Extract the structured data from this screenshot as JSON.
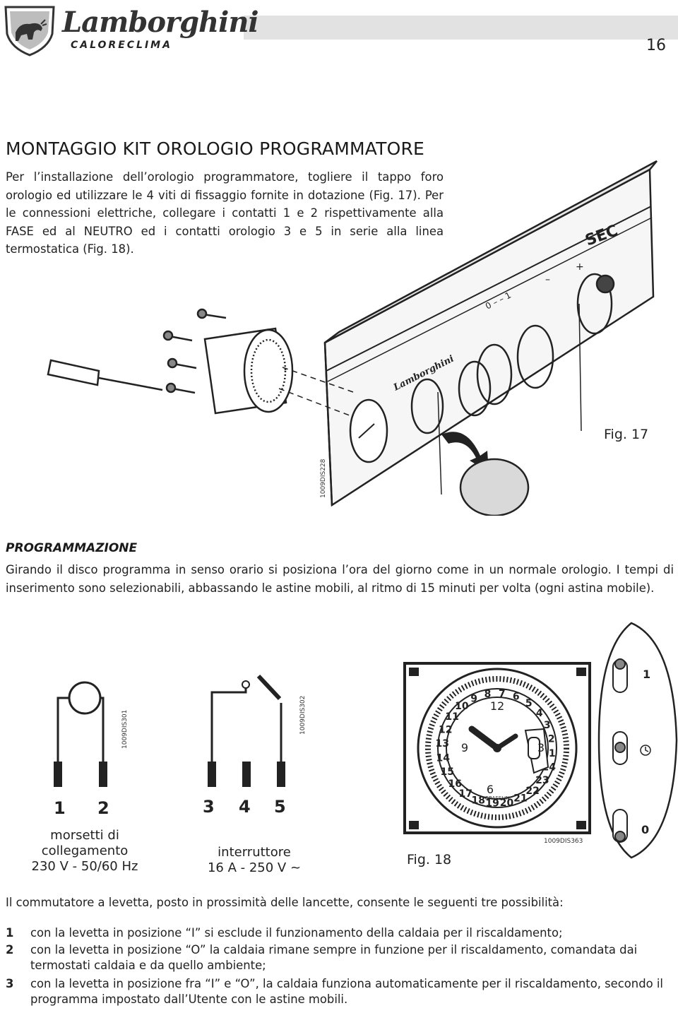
{
  "header": {
    "brand": "Lamborghini",
    "brand_sub": "CALORECLIMA",
    "page_number": "16"
  },
  "section": {
    "title": "MONTAGGIO KIT OROLOGIO PROGRAMMATORE",
    "intro": "Per l’installazione dell’orologio programmatore, togliere il tappo foro orologio ed utilizzare le 4 viti di fissaggio fornite in dotazione (Fig. 17). Per le connessioni elettriche, collegare i contatti 1 e 2 rispettivamente alla FASE ed al NEUTRO ed i contatti orologio 3 e 5 in serie alla linea termostatica (Fig. 18)."
  },
  "fig17": {
    "caption": "Fig. 17",
    "code": "1009DIS228",
    "panel_label": "SEC",
    "panel_brand": "Lamborghini",
    "knob_marks": "0 – – 1",
    "plus_sign": "+",
    "minus_sign": "–"
  },
  "programmazione": {
    "title": "PROGRAMMAZIONE",
    "text": "Girando il disco programma in senso orario si posiziona l’ora del giorno come in un normale orologio. I tempi di inserimento sono selezionabili, abbassando le astine mobili, al ritmo di 15 minuti per volta (ogni astina mobile)."
  },
  "fig18": {
    "caption": "Fig. 18",
    "terminals_a": {
      "numbers": [
        "1",
        "2"
      ],
      "caption": [
        "morsetti di",
        "collegamento",
        "230 V - 50/60 Hz"
      ],
      "code": "1009DIS301"
    },
    "terminals_b": {
      "numbers": [
        "3",
        "4",
        "5"
      ],
      "caption": [
        "interruttore",
        "16 A - 250 V ~"
      ],
      "code": "1009DIS302"
    },
    "clock": {
      "code": "1009DIS363",
      "hours": [
        "12",
        "3",
        "6",
        "9"
      ],
      "dial_numbers": [
        "24",
        "23",
        "22",
        "21",
        "20",
        "19",
        "18",
        "17",
        "16",
        "15",
        "14",
        "13",
        "12",
        "11",
        "10",
        "9",
        "8",
        "7",
        "6",
        "5",
        "4",
        "3",
        "2",
        "1"
      ],
      "maker": "GRASSLIN"
    },
    "switch_positions": [
      "1",
      "0"
    ]
  },
  "options": {
    "intro": "Il commutatore a levetta, posto in prossimità delle lancette, consente le seguenti tre possibilità:",
    "items": [
      {
        "num": "1",
        "text": "con la levetta in posizione “I” si esclude il funzionamento della caldaia per il riscaldamento;"
      },
      {
        "num": "2",
        "text": "con la levetta in posizione “O” la caldaia rimane sempre in funzione per il riscaldamento, comandata dai termostati caldaia e da quello ambiente;"
      },
      {
        "num": "3",
        "text": "con la levetta in posizione fra “I” e “O”, la caldaia funziona automaticamente per il riscaldamento, secondo il programma impostato dall’Utente con le astine mobili."
      }
    ]
  }
}
